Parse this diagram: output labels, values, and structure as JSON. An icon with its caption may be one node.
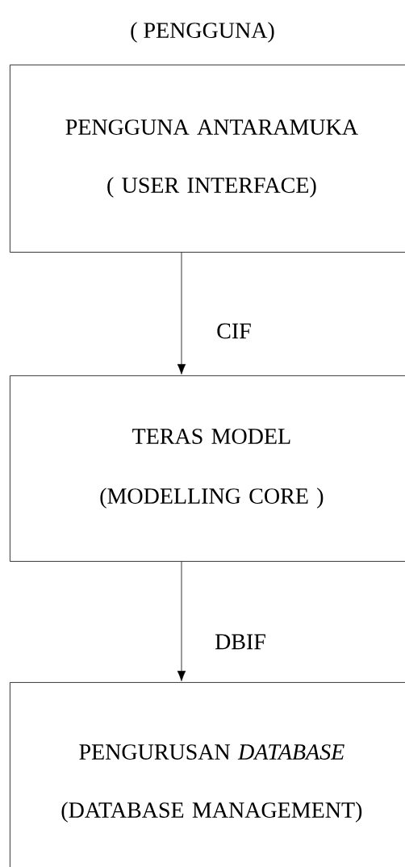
{
  "diagram": {
    "title": "( PENGGUNA)",
    "nodes": [
      {
        "text": [
          "PENGGUNA ANTARAMUKA",
          "( USER INTERFACE)"
        ]
      },
      {
        "text": [
          "TERAS MODEL",
          "(MODELLING CORE )"
        ]
      },
      {
        "text": [
          "PENGURUSAN *DATABASE*",
          "(DATABASE MANAGEMENT)"
        ]
      }
    ],
    "edges": [
      {
        "from": 0,
        "to": 1,
        "arrow": "to",
        "label": "CIF"
      },
      {
        "from": 1,
        "to": 2,
        "arrow": "to",
        "label": "DBIF"
      }
    ]
  }
}
